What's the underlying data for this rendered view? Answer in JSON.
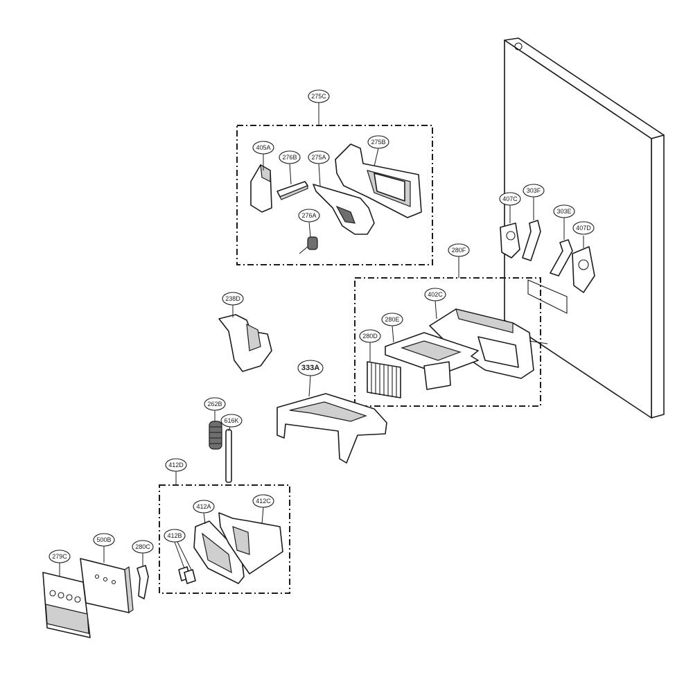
{
  "callouts": {
    "c275C": "275C",
    "c405A": "405A",
    "c276B": "276B",
    "c275A": "275A",
    "c275B": "275B",
    "c276A": "276A",
    "c407C": "407C",
    "c303F": "303F",
    "c303E": "303E",
    "c407D": "407D",
    "c280F": "280F",
    "c402C": "402C",
    "c280E": "280E",
    "c280D": "280D",
    "c238D": "238D",
    "c333A": "333A",
    "c262B": "262B",
    "c616K": "616K",
    "c412D": "412D",
    "c412A": "412A",
    "c412C": "412C",
    "c412B": "412B",
    "c279C": "279C",
    "c500B": "500B",
    "c280C": "280C"
  }
}
